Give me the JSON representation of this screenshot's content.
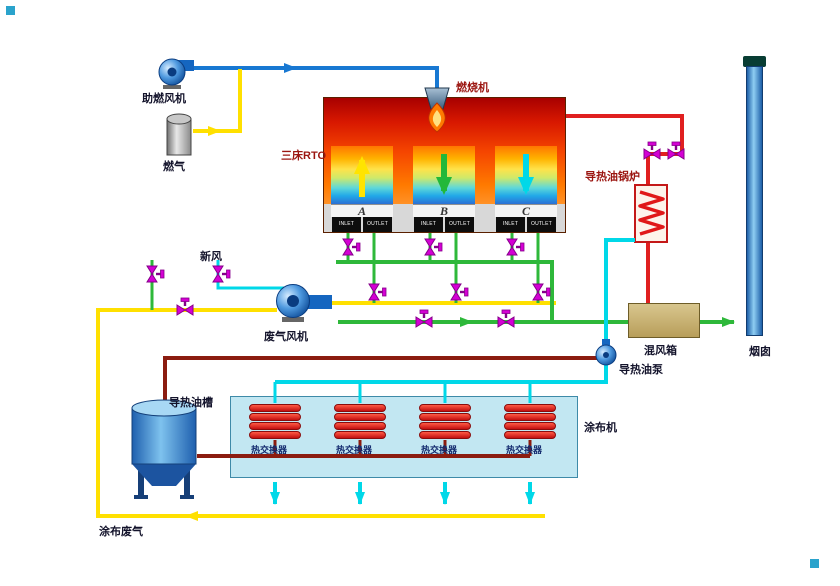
{
  "diagram": {
    "labels": {
      "combustion_fan": "助燃风机",
      "fuel_gas": "燃气",
      "burner": "燃烧机",
      "rto": "三床RTO",
      "thermal_oil_boiler": "导热油锅炉",
      "mixing_box": "混风箱",
      "stack": "烟囱",
      "fresh_air": "新风",
      "exhaust_fan": "废气风机",
      "thermal_oil_pump": "导热油泵",
      "thermal_oil_tank": "导热油槽",
      "coating_machine": "涂布机",
      "coating_exhaust": "涂布废气",
      "heat_exchanger": "热交换器"
    },
    "beds": [
      {
        "name": "A",
        "inlet": "INLET",
        "outlet": "OUTLET"
      },
      {
        "name": "B",
        "inlet": "INLET",
        "outlet": "OUTLET"
      },
      {
        "name": "C",
        "inlet": "INLET",
        "outlet": "OUTLET"
      }
    ],
    "colors": {
      "combustion_air_pipe": "#1878d2",
      "fuel_and_exhaust_pipe": "#ffe000",
      "clean_gas_pipe": "#2eb83a",
      "thermal_oil_supply_pipe": "#00d8e8",
      "hot_gas_pipe": "#e02020",
      "thermal_oil_return_pipe": "#8b1c10",
      "valve": "#d400d4"
    }
  }
}
